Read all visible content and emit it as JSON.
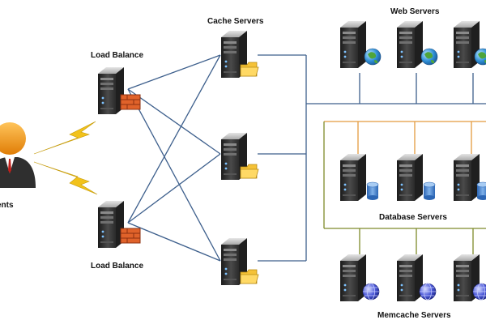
{
  "labels": {
    "clients": "ents",
    "load_balance_top": "Load Balance",
    "load_balance_bottom": "Load Balance",
    "cache_servers": "Cache Servers",
    "web_servers": "Web Servers",
    "database_servers": "Database Servers",
    "memcache_servers": "Memcache Servers"
  },
  "colors": {
    "connection_blue": "#3d5f8c",
    "database_orange": "#e39a3e",
    "memcache_olive": "#7e8a2a",
    "lightning_yellow": "#f2c21b",
    "firewall_orange": "#e0622a",
    "folder_yellow": "#f5c237",
    "person_orange": "#f39a18",
    "server_dark": "#2b2b2b"
  },
  "icons": {
    "clients": "person-icon",
    "load_balancers": "server-firewall-icon",
    "cache_servers": "server-folder-icon",
    "web_servers": "server-globe-icon",
    "database_servers": "server-database-icon",
    "memcache_servers": "server-network-globe-icon",
    "link": "lightning-icon"
  }
}
